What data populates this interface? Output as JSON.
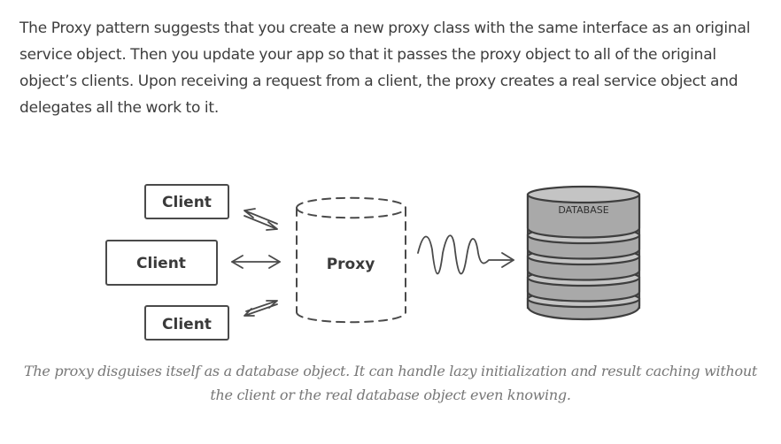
{
  "intro_text": "The Proxy pattern suggests that you create a new proxy class with the same interface as an original service object. Then you update your app so that it passes the proxy object to all of the original object’s clients. Upon receiving a request from a client, the proxy creates a real service object and delegates all the work to it.",
  "diagram": {
    "clients": [
      {
        "label": "Client"
      },
      {
        "label": "Client"
      },
      {
        "label": "Client"
      }
    ],
    "proxy_label": "Proxy",
    "database_label": "DATABASE"
  },
  "caption": "The proxy disguises itself as a database object. It can handle lazy initialization and result caching without the client or the real database object even knowing.",
  "colors": {
    "text": "#3d3d3d",
    "caption": "#777777",
    "stroke": "#444444",
    "db_band": "#a8a8a8",
    "db_band_light": "#c8c8c8",
    "db_body": "#8c8c8c"
  }
}
